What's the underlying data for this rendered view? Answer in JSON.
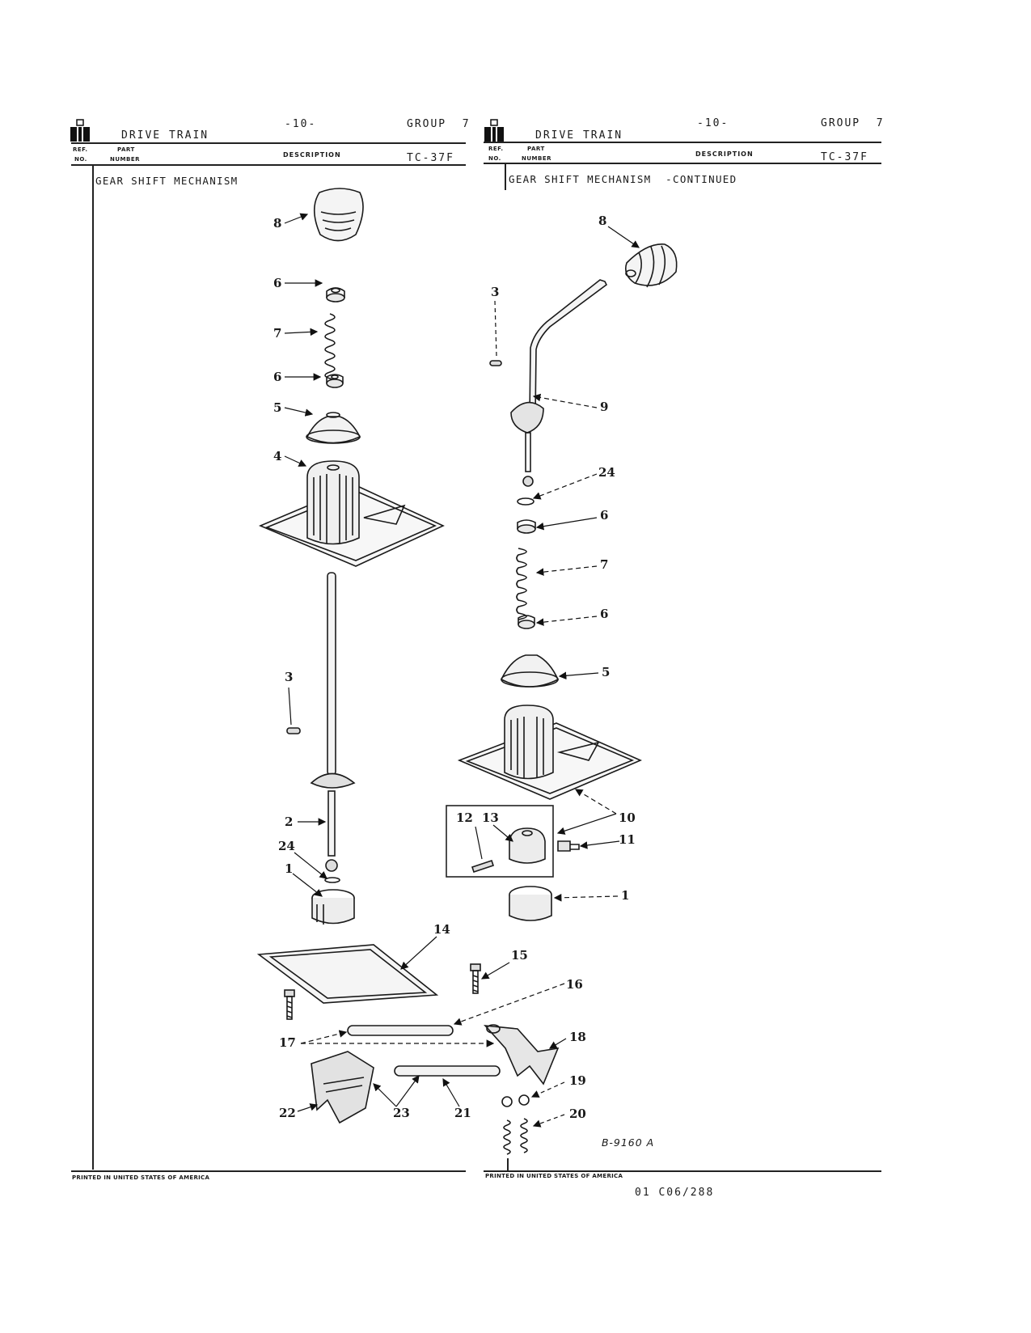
{
  "left_panel": {
    "page_no": "-10-",
    "group": "GROUP  7",
    "title": "DRIVE TRAIN",
    "col_ref_top": "REF.",
    "col_ref_bottom": "NO.",
    "col_part_top": "PART",
    "col_part_bottom": "NUMBER",
    "col_description": "DESCRIPTION",
    "model": "TC-37F",
    "section_title": "GEAR SHIFT MECHANISM",
    "footer": "PRINTED IN UNITED STATES OF AMERICA"
  },
  "right_panel": {
    "page_no": "-10-",
    "group": "GROUP  7",
    "title": "DRIVE TRAIN",
    "col_ref_top": "REF.",
    "col_ref_bottom": "NO.",
    "col_part_top": "PART",
    "col_part_bottom": "NUMBER",
    "col_description": "DESCRIPTION",
    "model": "TC-37F",
    "section_title": "GEAR SHIFT MECHANISM  -CONTINUED",
    "figure_id": "B-9160 A",
    "footer": "PRINTED IN UNITED STATES OF AMERICA",
    "doc_number": "01 C06/288"
  },
  "left_callouts": [
    "8",
    "6",
    "7",
    "6",
    "5",
    "4",
    "3",
    "2",
    "24",
    "1",
    "14",
    "15",
    "16",
    "17",
    "18",
    "19",
    "20",
    "21",
    "22",
    "23"
  ],
  "right_callouts": [
    "8",
    "3",
    "9",
    "24",
    "6",
    "7",
    "6",
    "5",
    "10",
    "11",
    "12",
    "13",
    "1"
  ]
}
